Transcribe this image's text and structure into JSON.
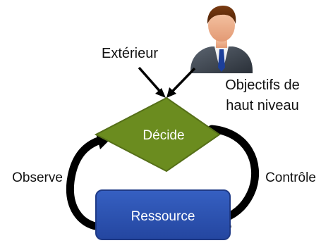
{
  "diagram": {
    "labels": {
      "exterior": "Extérieur",
      "objectives_line1": "Objectifs de",
      "objectives_line2": "haut niveau",
      "decide": "Décide",
      "observe": "Observe",
      "control": "Contrôle",
      "resource": "Ressource"
    },
    "colors": {
      "decide_fill": "#6b8c1f",
      "decide_stroke": "#556f18",
      "resource_fill": "#2b4fb0",
      "resource_stroke": "#1f3a86",
      "arrow": "#000000",
      "node_text": "#ffffff",
      "label_text": "#111111"
    },
    "icons": {
      "person": "person-icon"
    }
  }
}
